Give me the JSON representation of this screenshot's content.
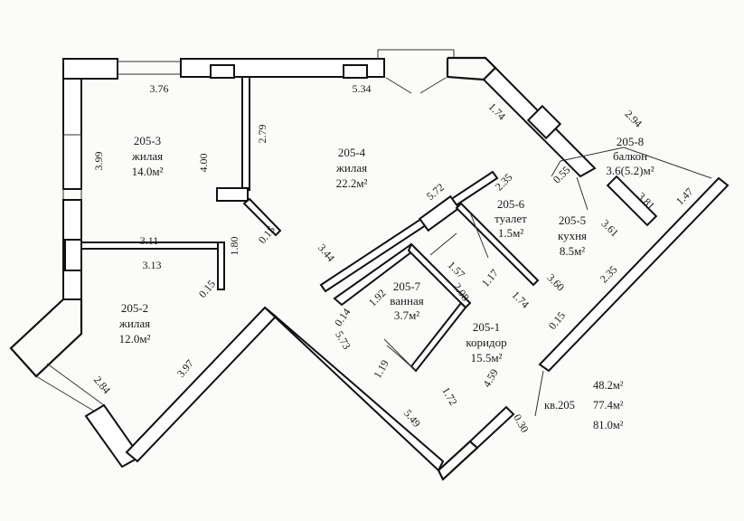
{
  "plan": {
    "apartment_label": "кв.205",
    "totals": [
      "48.2м²",
      "77.4м²",
      "81.0м²"
    ],
    "rooms": [
      {
        "id": "205-1",
        "type": "коридор",
        "area": "15.5м²"
      },
      {
        "id": "205-2",
        "type": "жилая",
        "area": "12.0м²"
      },
      {
        "id": "205-3",
        "type": "жилая",
        "area": "14.0м²"
      },
      {
        "id": "205-4",
        "type": "жилая",
        "area": "22.2м²"
      },
      {
        "id": "205-5",
        "type": "кухня",
        "area": "8.5м²"
      },
      {
        "id": "205-6",
        "type": "туалет",
        "area": "1.5м²"
      },
      {
        "id": "205-7",
        "type": "ванная",
        "area": "3.7м²"
      },
      {
        "id": "205-8",
        "type": "балкон",
        "area": "3.6(5.2)м²"
      }
    ],
    "dimensions": [
      "3.76",
      "5.34",
      "3.99",
      "4.00",
      "2.79",
      "0.15",
      "3.11",
      "3.13",
      "1.80",
      "0.15",
      "3.44",
      "5.72",
      "2.35",
      "1.74",
      "2.94",
      "0.55",
      "3.81",
      "1.47",
      "3.61",
      "2.35",
      "1.57",
      "1.17",
      "3.60",
      "1.74",
      "1.92",
      "2.08",
      "0.14",
      "5.73",
      "1.19",
      "1.72",
      "4.59",
      "0.15",
      "0.30",
      "5.49",
      "3.97",
      "2.84"
    ]
  }
}
